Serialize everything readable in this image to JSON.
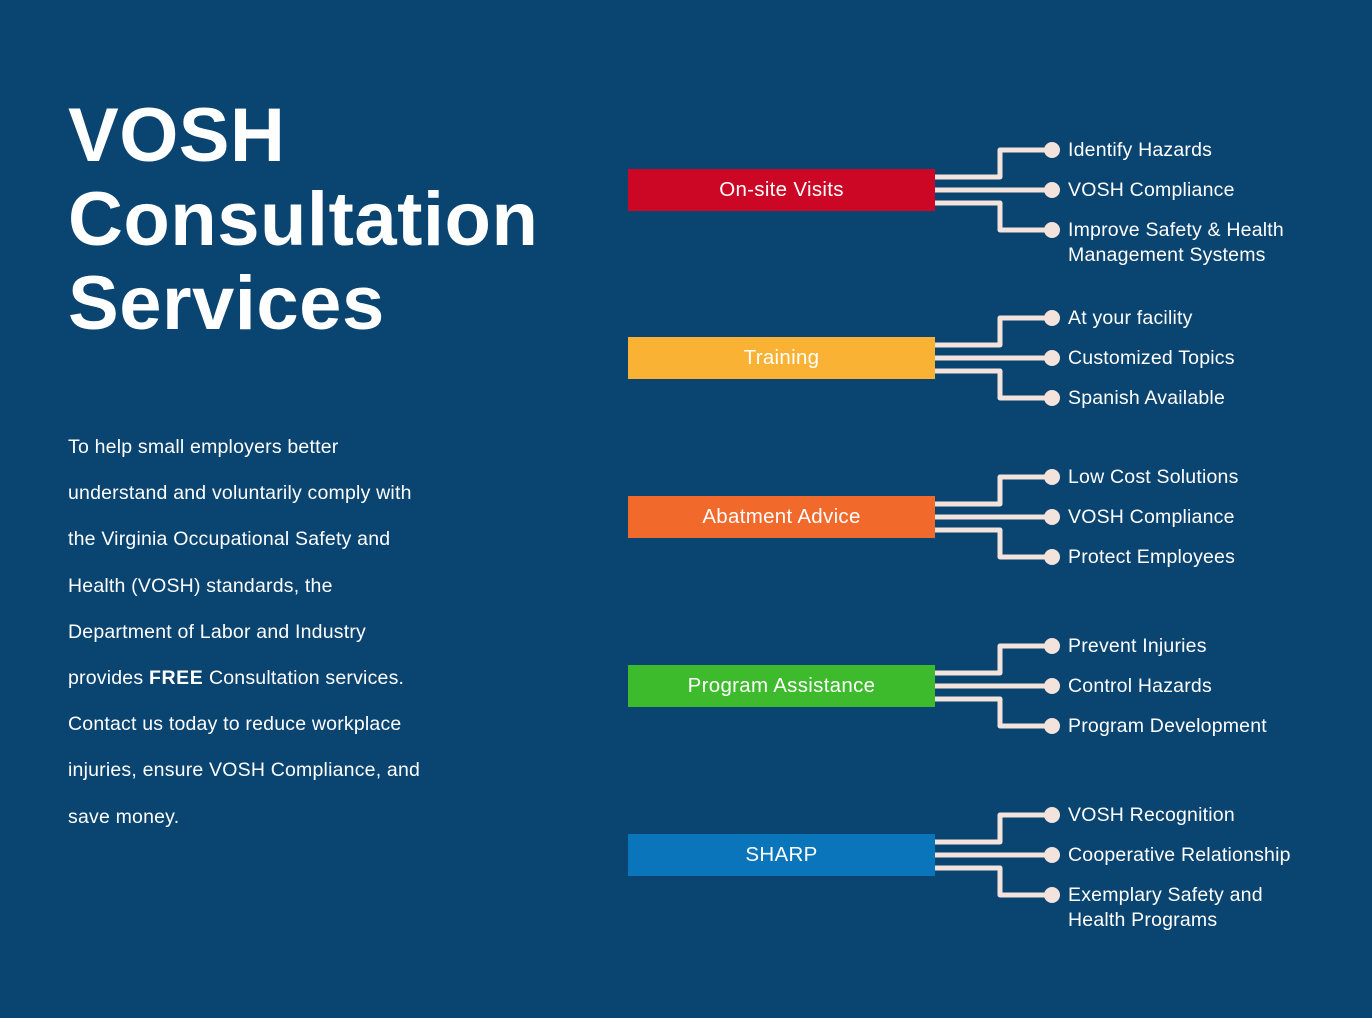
{
  "title": "VOSH\nConsultation\nServices",
  "intro": {
    "before": "To help small employers better\nunderstand and voluntarily comply with\nthe Virginia Occupational Safety and\nHealth (VOSH) standards, the\nDepartment of Labor and Industry\nprovides ",
    "bold": "FREE",
    "after": " Consultation services.\nContact us today to reduce workplace\ninjuries, ensure VOSH Compliance, and\nsave money."
  },
  "colors": {
    "background": "#0a4471",
    "connector": "#f2e3dc",
    "text": "#ffffff"
  },
  "services": [
    {
      "label": "On-site Visits",
      "color": "#cb0725",
      "items": [
        "Identify Hazards",
        "VOSH Compliance",
        "Improve Safety & Health\nManagement Systems"
      ]
    },
    {
      "label": "Training",
      "color": "#f9b234",
      "items": [
        "At your facility",
        "Customized Topics",
        "Spanish Available"
      ]
    },
    {
      "label": "Abatment Advice",
      "color": "#f2692c",
      "items": [
        "Low Cost Solutions",
        "VOSH Compliance",
        "Protect Employees"
      ]
    },
    {
      "label": "Program Assistance",
      "color": "#3eba2d",
      "items": [
        "Prevent Injuries",
        "Control Hazards",
        "Program Development"
      ]
    },
    {
      "label": "SHARP",
      "color": "#0b75bb",
      "items": [
        "VOSH Recognition",
        "Cooperative Relationship",
        "Exemplary Safety and\nHealth Programs"
      ]
    }
  ]
}
